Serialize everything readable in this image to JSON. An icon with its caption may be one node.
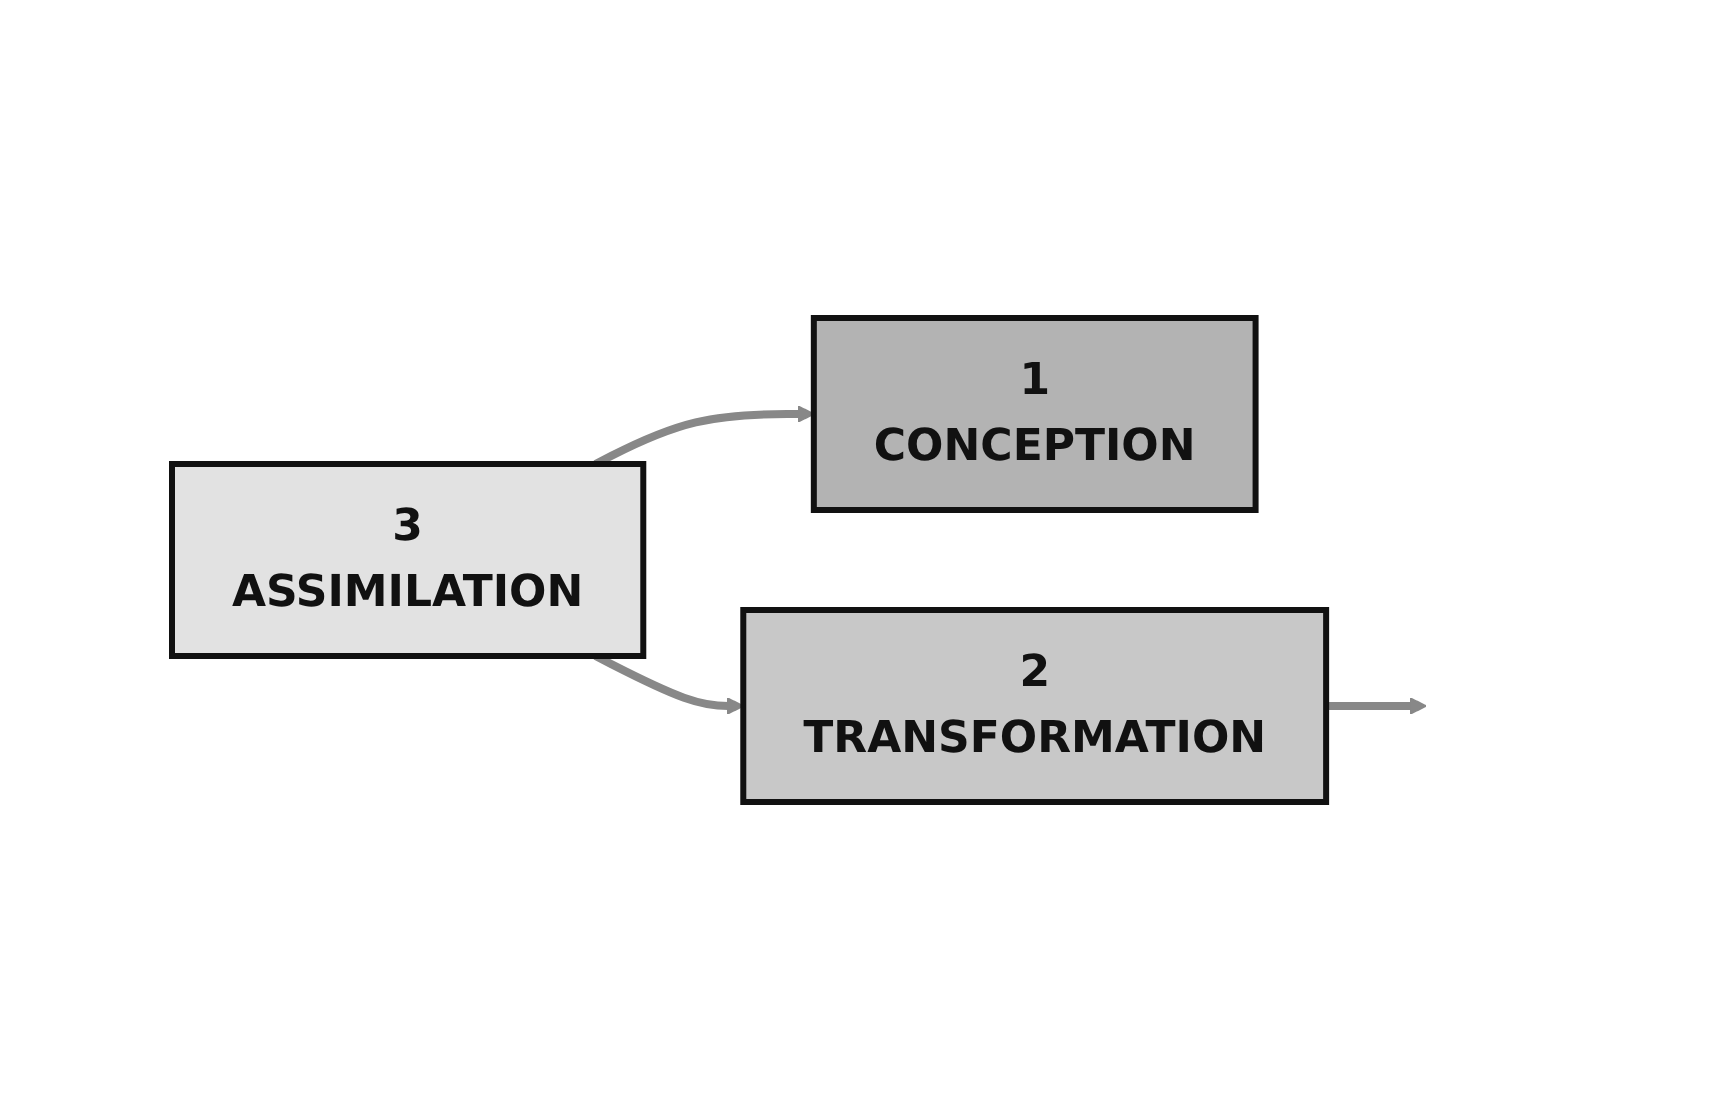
{
  "diagram": {
    "nodes": [
      {
        "text": [
          "1",
          "CONCEPTION"
        ]
      },
      {
        "text": [
          "2",
          "TRANSFORMATION"
        ]
      },
      {
        "text": [
          "3",
          "ASSIMILATION"
        ]
      }
    ],
    "edges": [
      {
        "from": 2,
        "to": 0,
        "arrow": "to"
      },
      {
        "from": 1,
        "to": null,
        "arrow": "to"
      },
      {
        "from": 2,
        "to": 1,
        "arrow": "to"
      }
    ]
  }
}
